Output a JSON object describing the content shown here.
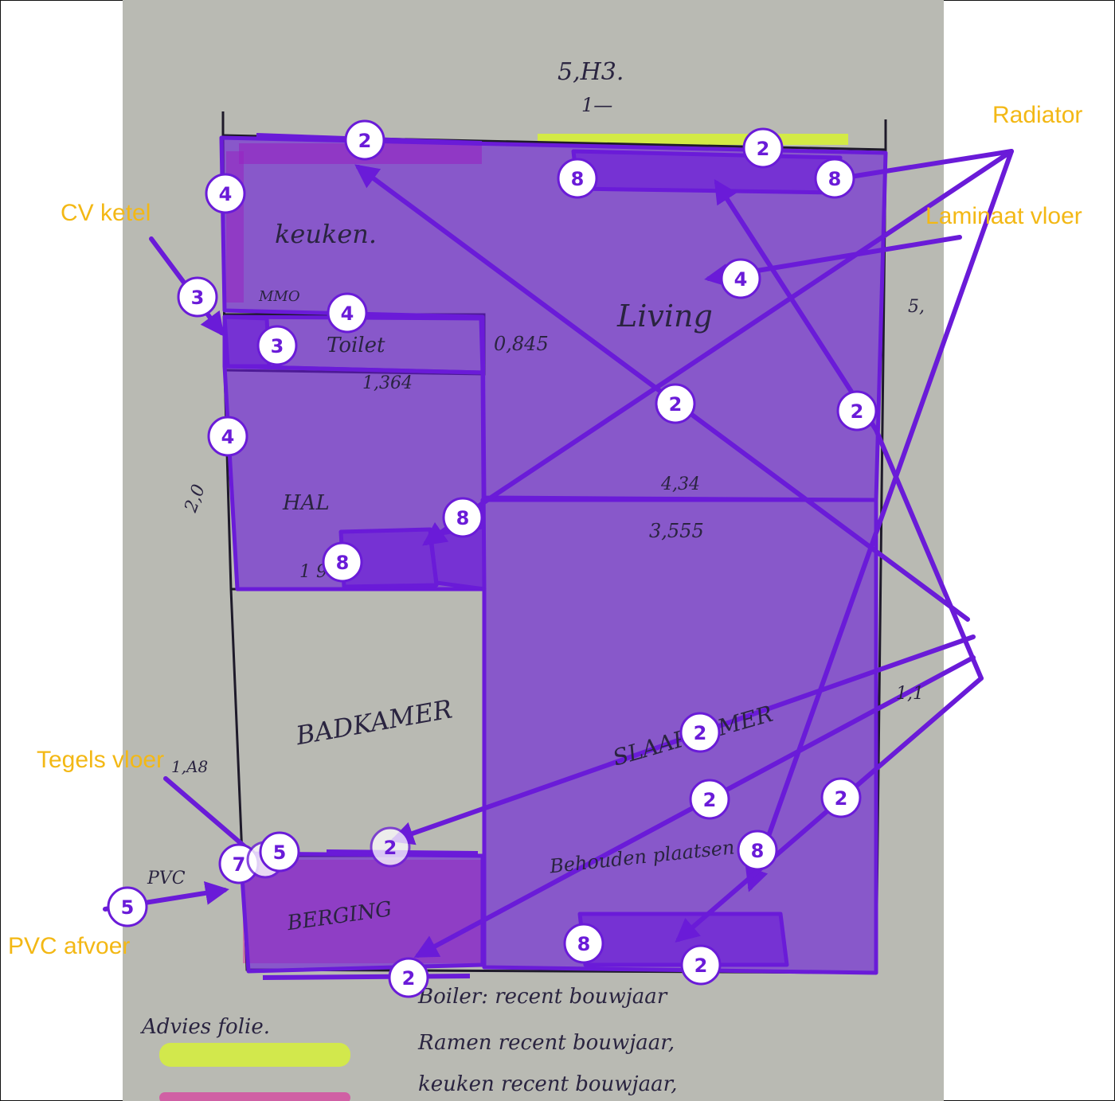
{
  "annotation_labels": {
    "radiator": "Radiator",
    "laminaat_vloer": "Laminaat vloer",
    "cv_ketel": "CV ketel",
    "tegels_vloer": "Tegels vloer",
    "pvc_afvoer": "PVC afvoer"
  },
  "handwriting": {
    "top_dimension": "5,H3.",
    "top_unit": "1—",
    "room_keuken": "keuken.",
    "room_toilet": "Toilet",
    "room_living": "Living",
    "room_hal": "HAL",
    "room_badkamer": "BADKAMER",
    "room_slaapkamer": "SLAAPKAMER",
    "room_berging": "BERGING",
    "dim_0845": "0,845",
    "dim_1364": "1,364",
    "dim_434": "4,34",
    "dim_3555": "3,555",
    "dim_1ab": "1,1",
    "dim_side": "5,",
    "dim_hal_left": "2,0",
    "dim_badkamer_left": "1,A8",
    "mmo": "MMO",
    "pvc_hand": "PVC",
    "bottom_note_1": "Boiler: recent bouwjaar",
    "bottom_note_2": "Advies folie.",
    "bottom_note_3": "Ramen recent bouwjaar,",
    "bottom_note_4": "keuken recent bouwjaar,",
    "behouden_note": "Behouden plaatsen",
    "hal_num": "1 9."
  },
  "colors": {
    "overlay_purple": "#6a1bd8",
    "label_yellow": "#f3b815",
    "marker_pink": "#e0259a",
    "marker_yellow": "#d6f03a"
  },
  "markers": {
    "radiator_count_a": "2",
    "radiator_count_b": "8",
    "laminaat": "4",
    "cv": "3",
    "tegels": "5",
    "pvc": "5",
    "pvc_extra": "7"
  }
}
